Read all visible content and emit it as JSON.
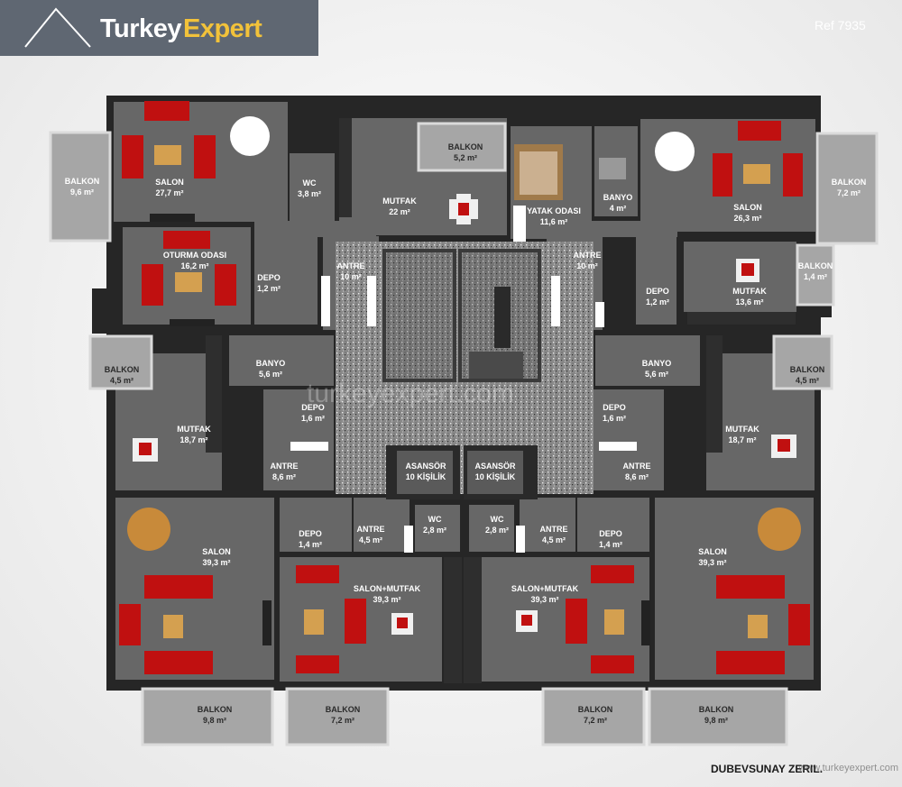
{
  "header": {
    "brand_part1": "Turkey",
    "brand_part2": "Expert",
    "ref": "Ref 7935",
    "logo_icon": "roof-icon",
    "brand_colors": {
      "bar": "#5f6772",
      "accent": "#f2c23a"
    }
  },
  "floor_plan": {
    "watermark": "turkeyexpert.com",
    "site_label": "DUBEVSUNAY ZERIL.",
    "stamp": "www.turkeyexpert.com",
    "rooms": {
      "balkon_tl": {
        "name": "BALKON",
        "area": "9,6 m²"
      },
      "salon_tl": {
        "name": "SALON",
        "area": "27,7 m²"
      },
      "wc_tl": {
        "name": "WC",
        "area": "3,8 m²"
      },
      "mutfak_tc": {
        "name": "MUTFAK",
        "area": "22 m²"
      },
      "balkon_tc": {
        "name": "BALKON",
        "area": "5,2 m²"
      },
      "yatak_odasi": {
        "name": "YATAK ODASI",
        "area": "11,6 m²"
      },
      "banyo_tr_top": {
        "name": "BANYO",
        "area": "4 m²"
      },
      "salon_tr": {
        "name": "SALON",
        "area": "26,3 m²"
      },
      "balkon_tr": {
        "name": "BALKON",
        "area": "7,2 m²"
      },
      "oturma_odasi": {
        "name": "OTURMA ODASI",
        "area": "16,2 m²"
      },
      "depo_tl": {
        "name": "DEPO",
        "area": "1,2 m²"
      },
      "antre_tl": {
        "name": "ANTRE",
        "area": "10 m²"
      },
      "antre_tr": {
        "name": "ANTRE",
        "area": "10 m²"
      },
      "depo_tr": {
        "name": "DEPO",
        "area": "1,2 m²"
      },
      "mutfak_tr": {
        "name": "MUTFAK",
        "area": "13,6 m²"
      },
      "balkon_tr_small": {
        "name": "BALKON",
        "area": "1,4 m²"
      },
      "balkon_ml": {
        "name": "BALKON",
        "area": "4,5 m²"
      },
      "banyo_ml": {
        "name": "BANYO",
        "area": "5,6 m²"
      },
      "banyo_mr": {
        "name": "BANYO",
        "area": "5,6 m²"
      },
      "balkon_mr": {
        "name": "BALKON",
        "area": "4,5 m²"
      },
      "depo_ml": {
        "name": "DEPO",
        "area": "1,6 m²"
      },
      "depo_mr": {
        "name": "DEPO",
        "area": "1,6 m²"
      },
      "mutfak_ml": {
        "name": "MUTFAK",
        "area": "18,7 m²"
      },
      "mutfak_mr": {
        "name": "MUTFAK",
        "area": "18,7 m²"
      },
      "antre_ml": {
        "name": "ANTRE",
        "area": "8,6 m²"
      },
      "antre_mr": {
        "name": "ANTRE",
        "area": "8,6 m²"
      },
      "asansor_l": {
        "name": "ASANSÖR",
        "area": "10 KİŞİLİK"
      },
      "asansor_r": {
        "name": "ASANSÖR",
        "area": "10 KİŞİLİK"
      },
      "depo_bl": {
        "name": "DEPO",
        "area": "1,4 m²"
      },
      "antre_bl": {
        "name": "ANTRE",
        "area": "4,5 m²"
      },
      "wc_bl": {
        "name": "WC",
        "area": "2,8 m²"
      },
      "wc_br": {
        "name": "WC",
        "area": "2,8 m²"
      },
      "antre_br": {
        "name": "ANTRE",
        "area": "4,5 m²"
      },
      "depo_br": {
        "name": "DEPO",
        "area": "1,4 m²"
      },
      "salon_bl": {
        "name": "SALON",
        "area": "39,3 m²"
      },
      "salon_mutfak_l": {
        "name": "SALON+MUTFAK",
        "area": "39,3 m²"
      },
      "salon_mutfak_r": {
        "name": "SALON+MUTFAK",
        "area": "39,3 m²"
      },
      "salon_br": {
        "name": "SALON",
        "area": "39,3 m²"
      },
      "balkon_bl": {
        "name": "BALKON",
        "area": "9,8 m²"
      },
      "balkon_bcl": {
        "name": "BALKON",
        "area": "7,2 m²"
      },
      "balkon_bcr": {
        "name": "BALKON",
        "area": "7,2 m²"
      },
      "balkon_br": {
        "name": "BALKON",
        "area": "9,8 m²"
      }
    }
  }
}
